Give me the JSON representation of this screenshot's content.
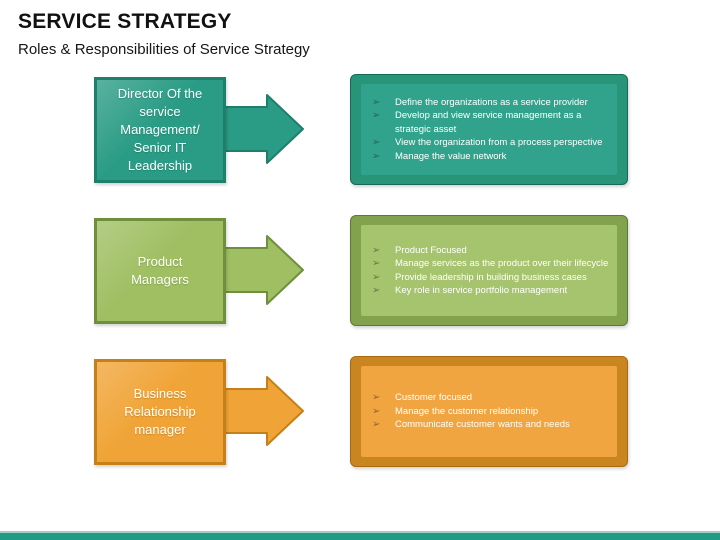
{
  "slide": {
    "title": "SERVICE STRATEGY",
    "subtitle": "Roles & Responsibilities of Service Strategy"
  },
  "icons": {
    "bullet": "➢",
    "arrow_name": "right-arrow"
  },
  "rows": [
    {
      "role": "Director Of the service Management/ Senior IT Leadership",
      "bullets": [
        "Define the organizations as a service provider",
        "Develop and view service management as a strategic asset",
        "View the organization from a process perspective",
        "Manage the value network"
      ],
      "colors": {
        "body": "#2a9c85",
        "border": "#1e7f6a",
        "frame": "#289478",
        "inner": "#31a38c",
        "edge": "#156a58"
      }
    },
    {
      "role": "Product Managers",
      "bullets": [
        "Product Focused",
        "Manage services as the product over their lifecycle",
        "Provide leadership in building business cases",
        "Key role in service portfolio management"
      ],
      "colors": {
        "body": "#a0bf63",
        "border": "#6e8f3c",
        "frame": "#82a24e",
        "inner": "#a6c46e",
        "edge": "#5d7a31"
      }
    },
    {
      "role": "Business Relationship manager",
      "bullets": [
        "Customer focused",
        "Manage the customer relationship",
        "Communicate customer wants and needs"
      ],
      "colors": {
        "body": "#f0a437",
        "border": "#c68018",
        "frame": "#c98620",
        "inner": "#f1a540",
        "edge": "#a86a10"
      }
    }
  ],
  "footer": {
    "accent_line_color": "#a9cbc5",
    "bar_color": "#1f9c83"
  }
}
